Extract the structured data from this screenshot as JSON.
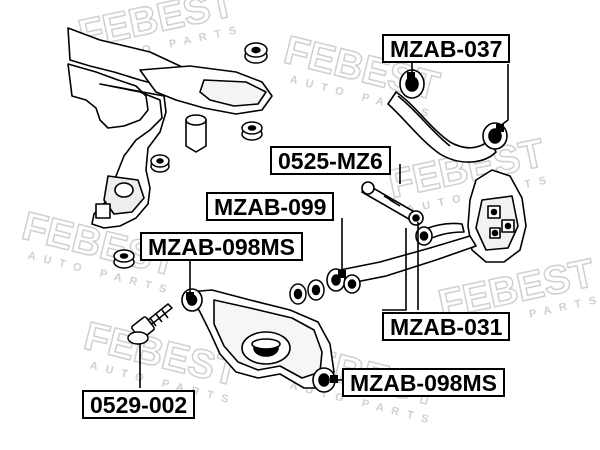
{
  "watermark": {
    "brand": "FEBEST",
    "sub": "AUTO PARTS"
  },
  "parts": [
    {
      "id": "mzab-037",
      "number": "MZAB-037"
    },
    {
      "id": "0525-mz6",
      "number": "0525-MZ6"
    },
    {
      "id": "mzab-099",
      "number": "MZAB-099"
    },
    {
      "id": "mzab-098ms-left",
      "number": "MZAB-098MS"
    },
    {
      "id": "mzab-031",
      "number": "MZAB-031"
    },
    {
      "id": "mzab-098ms-right",
      "number": "MZAB-098MS"
    },
    {
      "id": "0529-002",
      "number": "0529-002"
    }
  ],
  "colors": {
    "line": "#000000",
    "watermark": "#dcdcdc",
    "label_bg": "#ffffff"
  }
}
